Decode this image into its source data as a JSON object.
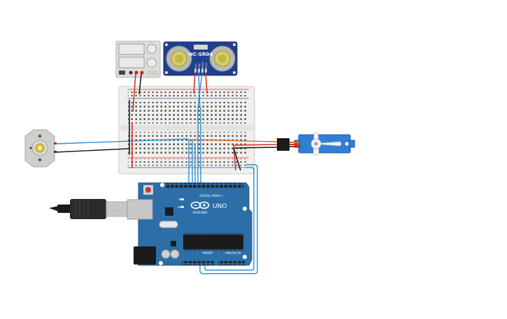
{
  "sensor": {
    "model": "HC-SR04",
    "pins": [
      "Vcc",
      "Trig",
      "Echo",
      "Gnd"
    ],
    "pcb_color": "#1f3f8f"
  },
  "arduino": {
    "brand": "ARDUINO",
    "model": "UNO",
    "digital_label": "DIGITAL (PWM~)",
    "power_label": "POWER",
    "analog_label": "ANALOG IN",
    "tx_label": "TX",
    "rx_label": "RX",
    "pcb_color": "#2b6ea8"
  },
  "colors": {
    "wire_blue": "#2a8fd0",
    "wire_red": "#d8312a",
    "wire_black": "#1b1b1b",
    "servo_blue": "#2f7fd4",
    "breadboard": "#f0f0ee"
  }
}
